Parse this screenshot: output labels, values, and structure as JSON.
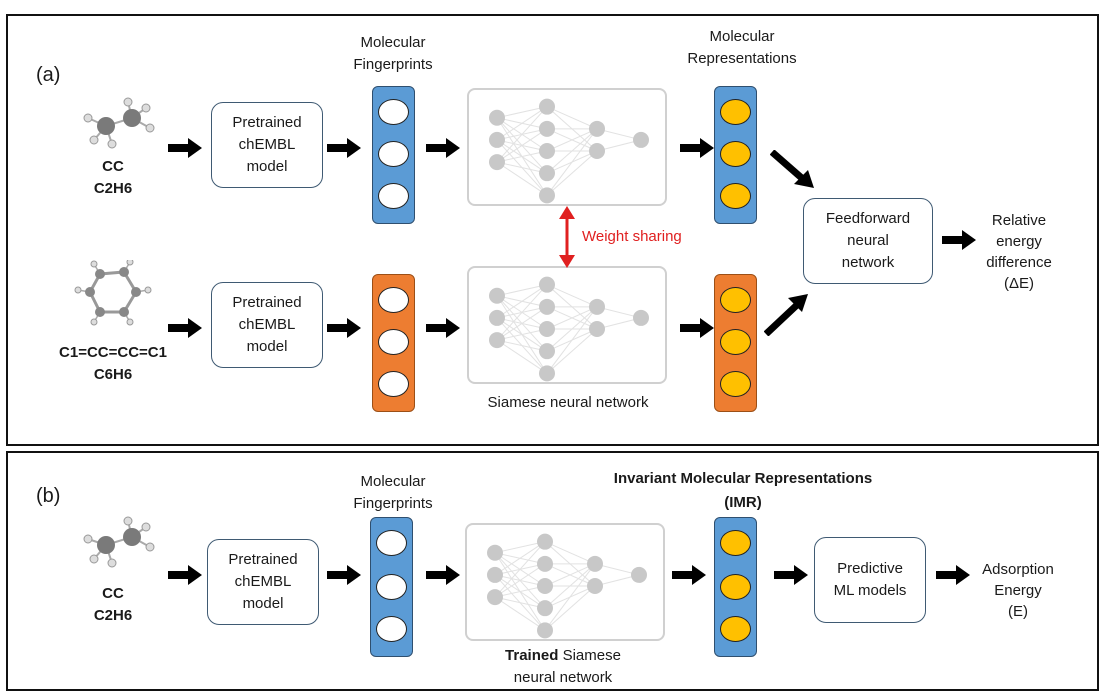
{
  "panel_a": {
    "label": "(a)",
    "fingerprints_title": [
      "Molecular",
      "Fingerprints"
    ],
    "representations_title": [
      "Molecular",
      "Representations"
    ],
    "mol1": {
      "smiles": "CC",
      "formula": "C2H6"
    },
    "mol2": {
      "smiles": "C1=CC=CC=C1",
      "formula": "C6H6"
    },
    "pretrained_label": "Pretrained\nchEMBL\nmodel",
    "weight_sharing": "Weight sharing",
    "siamese_caption": "Siamese neural network",
    "feedforward_label": "Feedforward\nneural\nnetwork",
    "output": [
      "Relative",
      "energy",
      "difference",
      "(ΔE)"
    ]
  },
  "panel_b": {
    "label": "(b)",
    "fingerprints_title": [
      "Molecular",
      "Fingerprints"
    ],
    "imr_title": [
      "Invariant Molecular Representations",
      "(IMR)"
    ],
    "mol1": {
      "smiles": "CC",
      "formula": "C2H6"
    },
    "pretrained_label": "Pretrained\nchEMBL\nmodel",
    "caption_bold": "Trained",
    "caption_rest": " Siamese",
    "caption_line2": "neural network",
    "predictive_label": "Predictive\nML models",
    "output": [
      "Adsorption",
      "Energy",
      "(E)"
    ]
  },
  "colors": {
    "fingerprint_blue": "#5b9bd5",
    "fingerprint_orange": "#ed7d31",
    "representation_gold": "#ffc000",
    "weight_sharing_red": "#e02020",
    "network_gray": "#c8c8c8"
  }
}
